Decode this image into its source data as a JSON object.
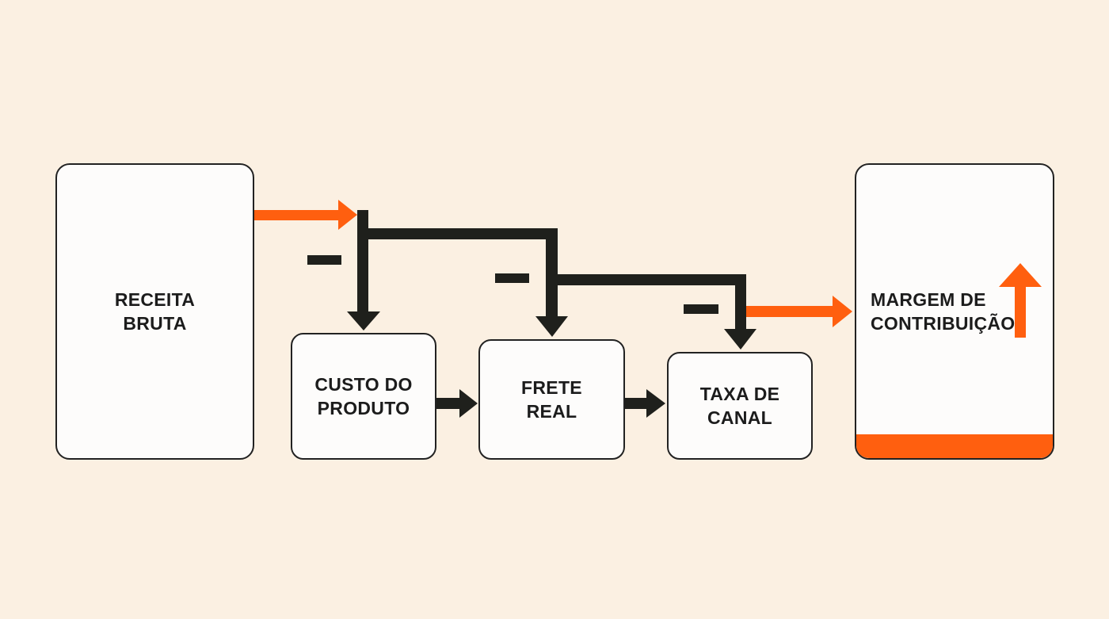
{
  "diagram": {
    "nodes": [
      {
        "id": "receita",
        "label": "RECEITA\nBRUTA"
      },
      {
        "id": "custo",
        "label": "CUSTO DO\nPRODUTO"
      },
      {
        "id": "frete",
        "label": "FRETE\nREAL"
      },
      {
        "id": "taxa",
        "label": "TAXA DE\nCANAL"
      },
      {
        "id": "margem",
        "label": "MARGEM DE\nCONTRIBUIÇÃO"
      }
    ],
    "operators": [
      "−",
      "−",
      "−"
    ],
    "colors": {
      "background": "#fbf0e2",
      "accent": "#ff5f0f",
      "line": "#1f201c",
      "box_fill": "#fdfcfb"
    },
    "icons": {
      "margin_indicator": "arrow-up-icon"
    }
  }
}
